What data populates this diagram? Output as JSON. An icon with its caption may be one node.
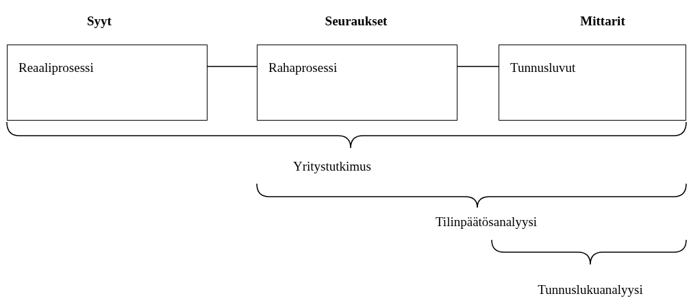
{
  "diagram": {
    "nodes": [
      {
        "text": [
          "Reaaliprosessi"
        ]
      },
      {
        "text": [
          "Rahaprosessi"
        ]
      },
      {
        "text": [
          "Tunnusluvut"
        ]
      }
    ],
    "edges": [
      {
        "from": 0,
        "to": 1,
        "arrow": "none"
      },
      {
        "from": 1,
        "to": 2,
        "arrow": "none"
      }
    ],
    "labels": [
      "Syyt",
      "Seuraukset",
      "Mittarit",
      "Yritystutkimus",
      "Tilinpäätösanalyysi",
      "Tunnuslukuanalyysi"
    ]
  }
}
